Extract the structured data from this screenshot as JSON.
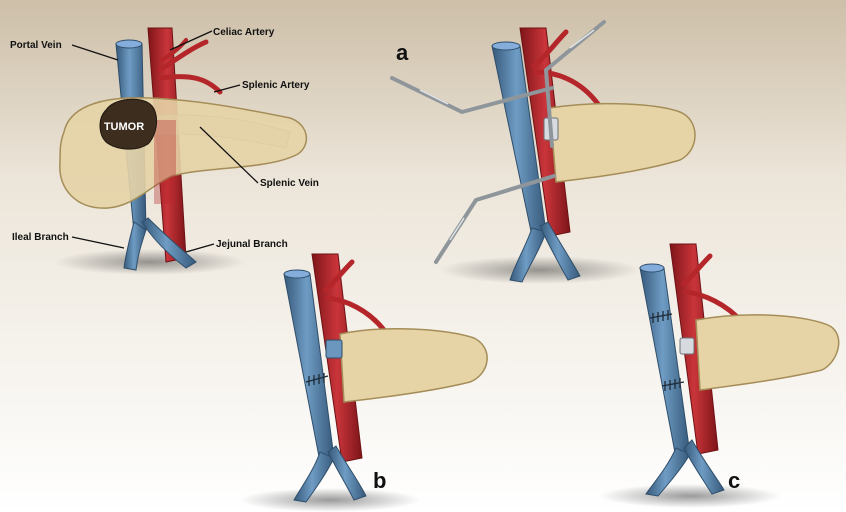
{
  "labels": {
    "portal_vein": "Portal Vein",
    "celiac_artery": "Celiac Artery",
    "splenic_artery": "Splenic Artery",
    "tumor": "TUMOR",
    "splenic_vein": "Splenic Vein",
    "ileal_branch": "Ileal Branch",
    "jejunal_branch": "Jejunal Branch"
  },
  "panels": {
    "a": "a",
    "b": "b",
    "c": "c"
  },
  "colors": {
    "vein": "#4f7fa8",
    "vein_dark": "#36597a",
    "artery": "#b5262b",
    "artery_dark": "#7e1519",
    "pancreas": "#e6d3a6",
    "pancreas_edge": "#b19a63",
    "tumor": "#3c2d1e",
    "clamp": "#8f969b"
  }
}
